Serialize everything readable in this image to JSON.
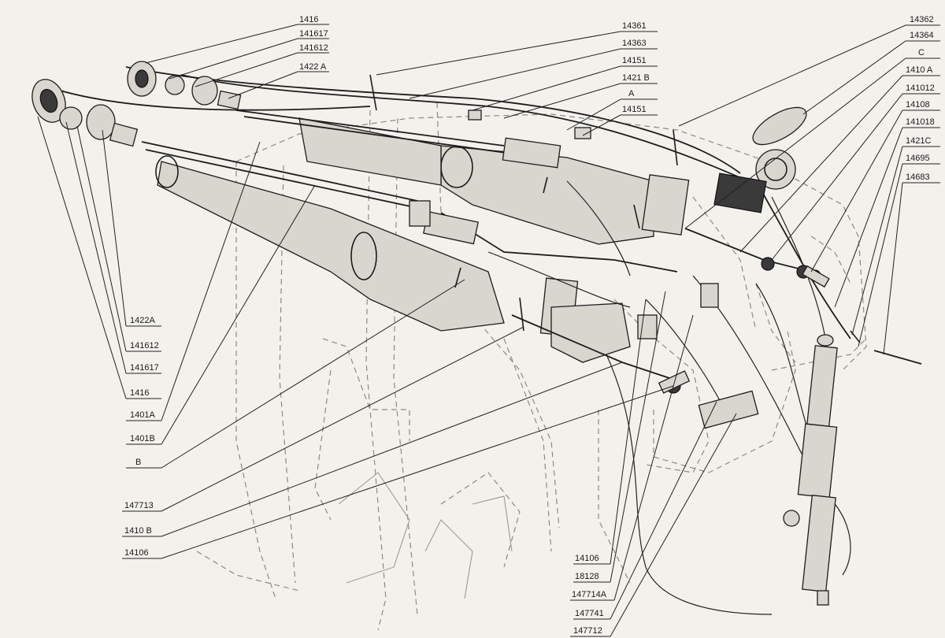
{
  "diagram": {
    "labels_left": [
      "1422A",
      "141612",
      "141617",
      "1416",
      "1401A",
      "1401B",
      "B",
      "147713",
      "1410 B",
      "14106"
    ],
    "labels_top_left": [
      "1416",
      "141617",
      "141612",
      "1422 A"
    ],
    "labels_top_center": [
      "14361",
      "14363",
      "14151",
      "1421 B",
      "A",
      "14151"
    ],
    "labels_right": [
      "14362",
      "14364",
      "C",
      "1410 A",
      "141012",
      "14108",
      "141018",
      "1421C",
      "14695",
      "14683"
    ],
    "labels_bottom": [
      "14106",
      "18128",
      "147714A",
      "147741",
      "147712"
    ]
  }
}
